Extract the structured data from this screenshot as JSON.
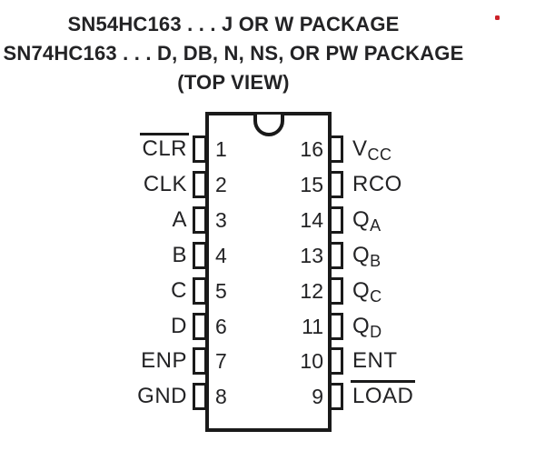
{
  "header": {
    "line1": "SN54HC163 . . . J OR W PACKAGE",
    "line2": "SN74HC163 . . . D, DB, N, NS, OR PW PACKAGE",
    "line3": "(TOP VIEW)"
  },
  "colors": {
    "ink": "#232325",
    "line": "#1a1a1a",
    "marker": "#cc2128",
    "background": "#ffffff"
  },
  "package": {
    "pin_count": 16,
    "pins": {
      "left": [
        {
          "number": "1",
          "label": "CLR",
          "overline": true
        },
        {
          "number": "2",
          "label": "CLK"
        },
        {
          "number": "3",
          "label": "A"
        },
        {
          "number": "4",
          "label": "B"
        },
        {
          "number": "5",
          "label": "C"
        },
        {
          "number": "6",
          "label": "D"
        },
        {
          "number": "7",
          "label": "ENP"
        },
        {
          "number": "8",
          "label": "GND"
        }
      ],
      "right": [
        {
          "number": "16",
          "label": "V",
          "subscript": "CC"
        },
        {
          "number": "15",
          "label": "RCO"
        },
        {
          "number": "14",
          "label": "Q",
          "subscript": "A"
        },
        {
          "number": "13",
          "label": "Q",
          "subscript": "B"
        },
        {
          "number": "12",
          "label": "Q",
          "subscript": "C"
        },
        {
          "number": "11",
          "label": "Q",
          "subscript": "D"
        },
        {
          "number": "10",
          "label": "ENT"
        },
        {
          "number": "9",
          "label": "LOAD",
          "overline": true
        }
      ]
    }
  }
}
